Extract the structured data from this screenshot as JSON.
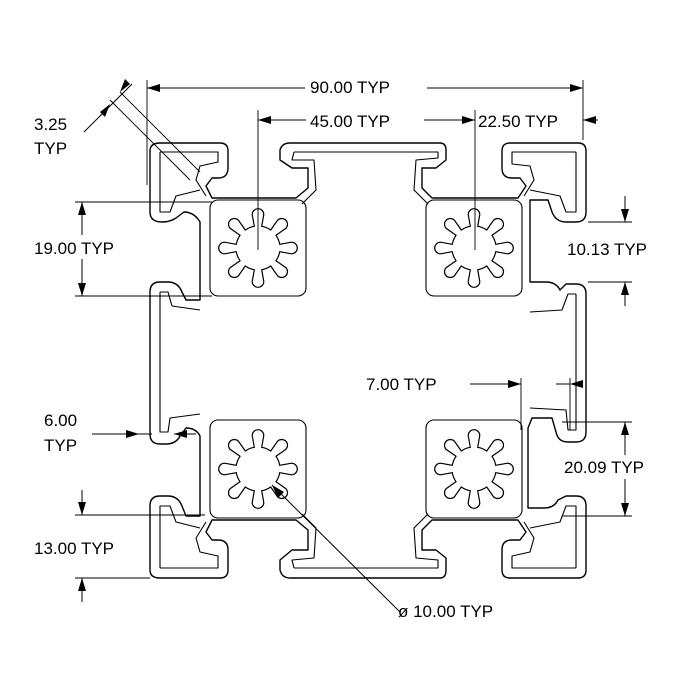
{
  "dimensions": {
    "overall_width": "90.00 TYP",
    "slot_pitch": "45.00 TYP",
    "corner_offset": "22.50 TYP",
    "wall_thickness_a": "3.25",
    "wall_thickness_b": "TYP",
    "core_height": "19.00 TYP",
    "slot_opening": "10.13 TYP",
    "web_width": "7.00 TYP",
    "lip_thickness_a": "6.00",
    "lip_thickness_b": "TYP",
    "slot_depth": "20.09 TYP",
    "channel_width": "13.00 TYP",
    "bore_diameter": "ø 10.00 TYP"
  }
}
